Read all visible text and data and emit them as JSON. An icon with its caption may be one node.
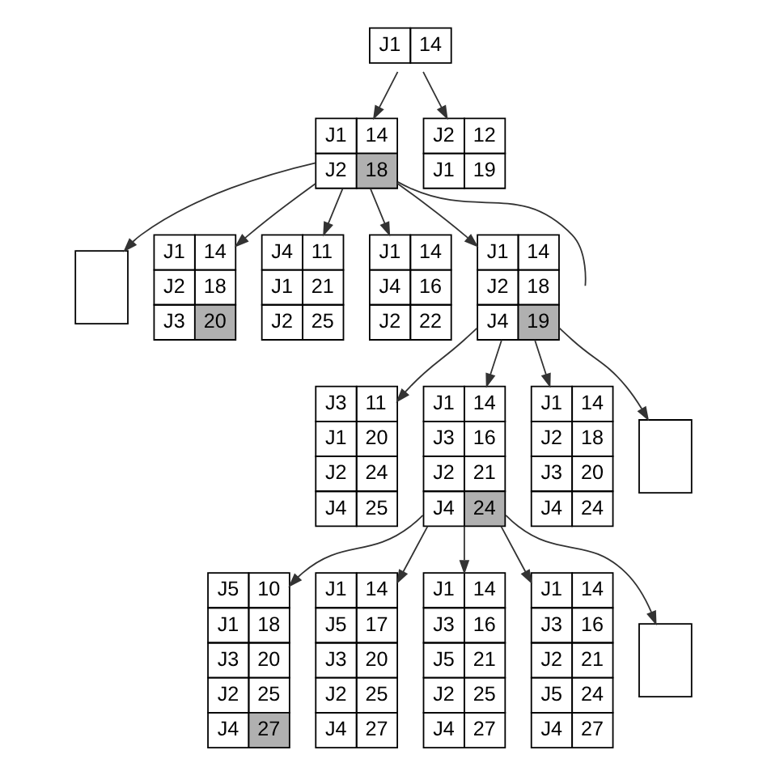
{
  "diagram": {
    "nodes": [
      {
        "text": [
          "J1",
          "14"
        ]
      },
      {
        "text": [
          "J1",
          "14",
          "J2",
          "18"
        ]
      },
      {
        "text": [
          "J2",
          "12",
          "J1",
          "19"
        ]
      },
      {
        "text": [],
        "shape": "box"
      },
      {
        "text": [
          "J1",
          "14",
          "J2",
          "18",
          "J3",
          "20"
        ]
      },
      {
        "text": [
          "J4",
          "11",
          "J1",
          "21",
          "J2",
          "25"
        ]
      },
      {
        "text": [
          "J1",
          "14",
          "J4",
          "16",
          "J2",
          "22"
        ]
      },
      {
        "text": [
          "J1",
          "14",
          "J2",
          "18",
          "J4",
          "19"
        ]
      },
      {
        "text": [
          "J3",
          "11",
          "J1",
          "20",
          "J2",
          "24",
          "J4",
          "25"
        ]
      },
      {
        "text": [
          "J1",
          "14",
          "J3",
          "16",
          "J2",
          "21",
          "J4",
          "24"
        ]
      },
      {
        "text": [
          "J1",
          "14",
          "J2",
          "18",
          "J3",
          "20",
          "J4",
          "24"
        ]
      },
      {
        "text": [],
        "shape": "box"
      },
      {
        "text": [
          "J5",
          "10",
          "J1",
          "18",
          "J3",
          "20",
          "J2",
          "25",
          "J4",
          "27"
        ]
      },
      {
        "text": [
          "J1",
          "14",
          "J5",
          "17",
          "J3",
          "20",
          "J2",
          "25",
          "J4",
          "27"
        ]
      },
      {
        "text": [
          "J1",
          "14",
          "J3",
          "16",
          "J5",
          "21",
          "J2",
          "25",
          "J4",
          "27"
        ]
      },
      {
        "text": [
          "J1",
          "14",
          "J3",
          "16",
          "J2",
          "21",
          "J5",
          "24",
          "J4",
          "27"
        ]
      },
      {
        "text": [],
        "shape": "box"
      }
    ],
    "edges": [
      {
        "from": 0,
        "to": 1,
        "arrow": "to"
      },
      {
        "from": 0,
        "to": 2,
        "arrow": "to"
      },
      {
        "from": 1,
        "to": null,
        "arrow": "none"
      },
      {
        "from": 1,
        "to": 3,
        "arrow": "to"
      },
      {
        "from": 1,
        "to": 4,
        "arrow": "to"
      },
      {
        "from": 1,
        "to": 5,
        "arrow": "to"
      },
      {
        "from": 1,
        "to": 6,
        "arrow": "to"
      },
      {
        "from": 1,
        "to": 7,
        "arrow": "to"
      },
      {
        "from": 7,
        "to": 8,
        "arrow": "to"
      },
      {
        "from": 7,
        "to": 9,
        "arrow": "to"
      },
      {
        "from": 7,
        "to": 10,
        "arrow": "to"
      },
      {
        "from": 7,
        "to": 11,
        "arrow": "to"
      },
      {
        "from": 9,
        "to": 12,
        "arrow": "to"
      },
      {
        "from": 9,
        "to": 13,
        "arrow": "to"
      },
      {
        "from": 9,
        "to": 14,
        "arrow": "to"
      },
      {
        "from": 9,
        "to": 15,
        "arrow": "to"
      },
      {
        "from": 9,
        "to": 16,
        "arrow": "to"
      }
    ]
  }
}
